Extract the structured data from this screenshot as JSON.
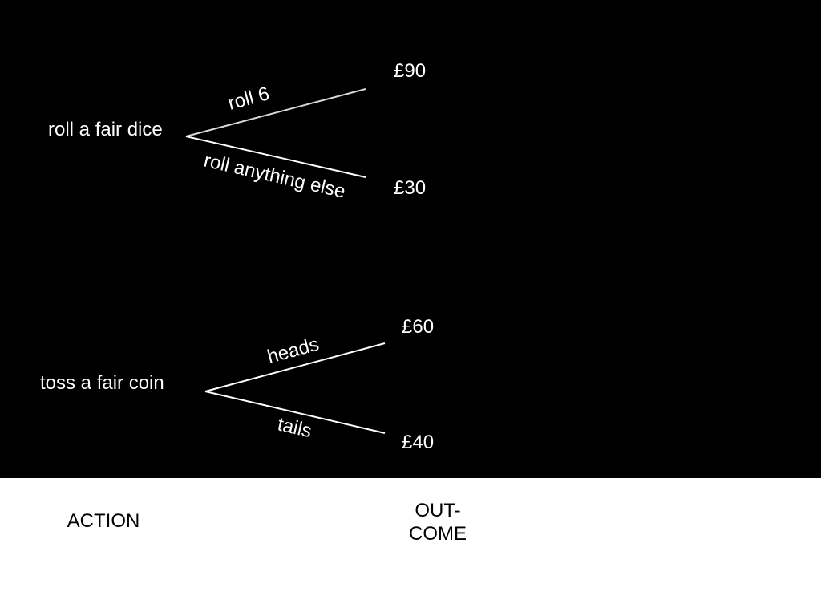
{
  "trees": [
    {
      "action": "roll a fair dice",
      "branches": [
        {
          "label": "roll 6",
          "outcome": "£90"
        },
        {
          "label": "roll anything else",
          "outcome": "£30"
        }
      ]
    },
    {
      "action": "toss a fair coin",
      "branches": [
        {
          "label": "heads",
          "outcome": "£60"
        },
        {
          "label": "tails",
          "outcome": "£40"
        }
      ]
    }
  ],
  "footer": {
    "action_label": "ACTION",
    "outcome_label": "OUT-\nCOME"
  }
}
